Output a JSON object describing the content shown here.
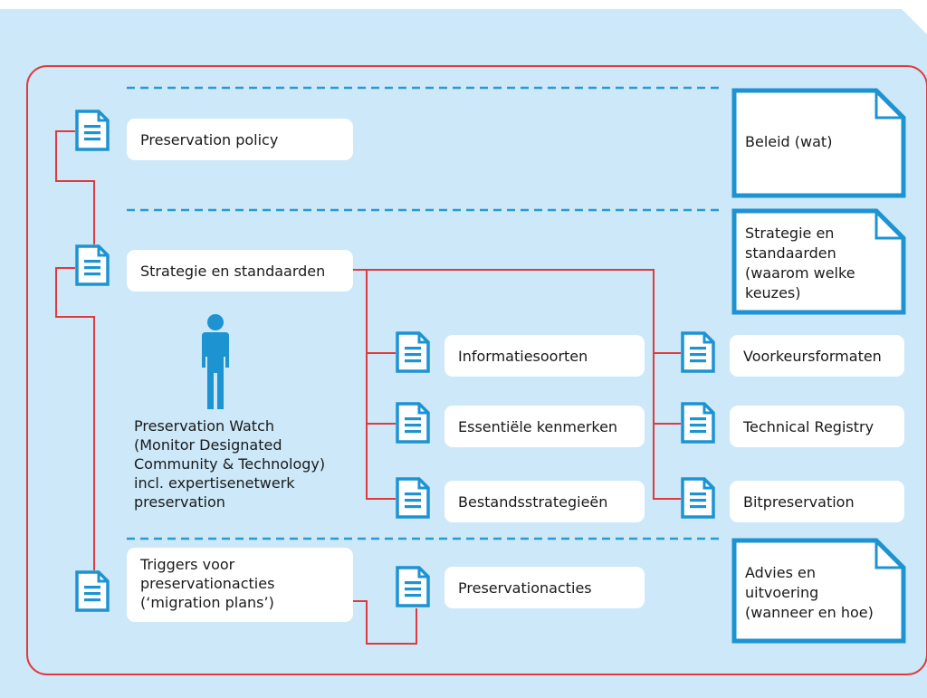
{
  "policy": "Preservation policy",
  "strategy": "Strategie en standaarden",
  "watch": {
    "line1": "Preservation Watch",
    "line2": "(Monitor Designated",
    "line3": "Community & Technology)",
    "line4": "incl. expertisenetwerk",
    "line5": "preservation"
  },
  "middle_items": [
    "Informatiesoorten",
    "Essentiële kenmerken",
    "Bestandsstrategieën"
  ],
  "right_items": [
    "Voorkeursformaten",
    "Technical Registry",
    "Bitpreservation"
  ],
  "triggers": {
    "line1": "Triggers voor",
    "line2": "preservationacties",
    "line3": "(‘migration plans’)"
  },
  "actions": "Preservationacties",
  "side_labels": {
    "beleid": {
      "line1": "Beleid (wat)"
    },
    "strategie": {
      "line1": "Strategie en",
      "line2": "standaarden",
      "line3": "(waarom welke",
      "line4": "keuzes)"
    },
    "advies": {
      "line1": "Advies en",
      "line2": "uitvoering",
      "line3": "(wanneer en hoe)"
    }
  },
  "colors": {
    "background": "#cce8f9",
    "frame": "#e03a3e",
    "blue": "#1d93d2",
    "dashed": "#2a9ad4"
  }
}
